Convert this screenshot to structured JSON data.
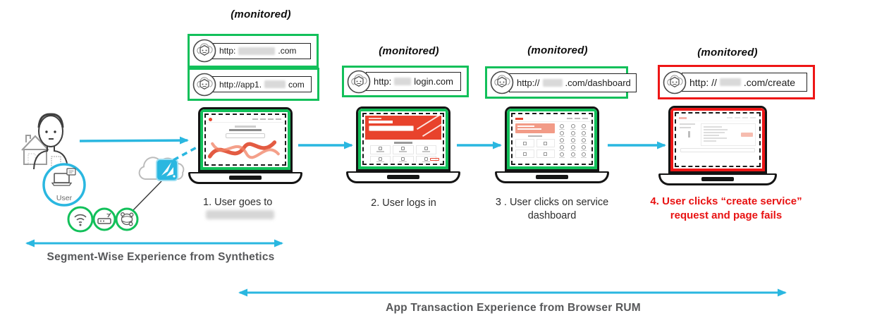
{
  "diagram": {
    "monitored": [
      "(monitored)",
      "(monitored)",
      "(monitored)",
      "(monitored)"
    ],
    "urls": [
      {
        "pre": "http:",
        "post": ".com"
      },
      {
        "pre": "http://app1.",
        "post": "com"
      },
      {
        "pre": "http: ",
        "post": "login.com"
      },
      {
        "pre": "http://",
        "post": ".com/dashboard"
      },
      {
        "pre": "http: //",
        "post": ".com/create"
      }
    ],
    "steps": [
      {
        "label": "1.  User goes to"
      },
      {
        "label": "2. User logs in"
      },
      {
        "label": "3 . User clicks on service dashboard"
      },
      {
        "label": "4. User clicks “create service” request and page fails"
      }
    ],
    "user_label": "User",
    "captions": {
      "synthetics": "Segment-Wise Experience from Synthetics",
      "rum": "App Transaction Experience from Browser RUM"
    },
    "colors": {
      "monitor_green": "#12c05a",
      "fail_red": "#ee1616",
      "arrow_cyan": "#2ab7e0",
      "page_orange": "#e8432c",
      "step_fail_text": "#e81212",
      "caption_gray": "#57585a"
    }
  }
}
